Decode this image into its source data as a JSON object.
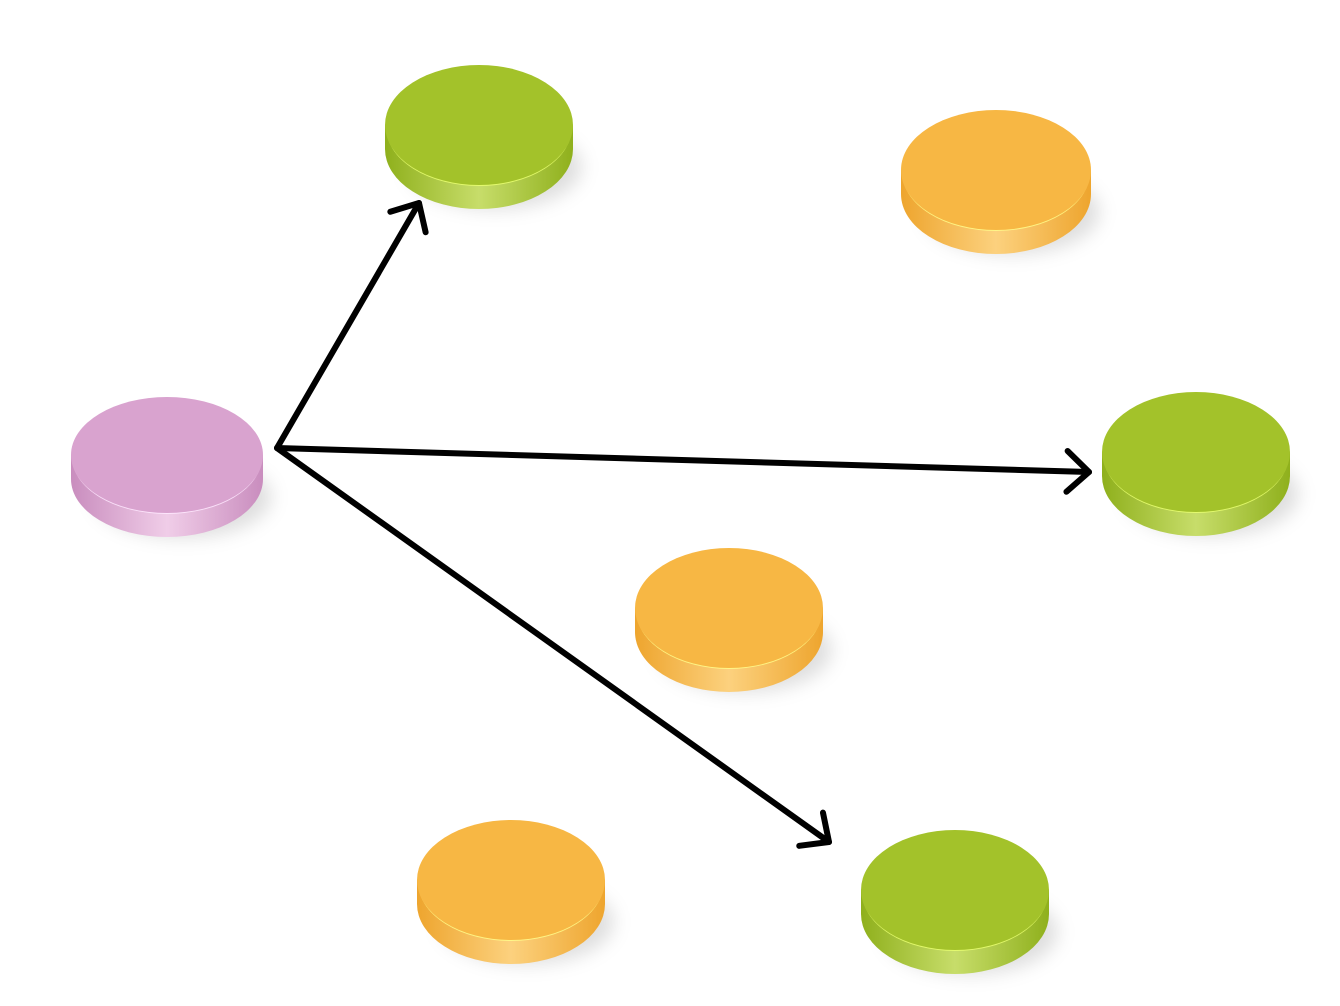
{
  "diagram": {
    "type": "node-graph",
    "colors": {
      "pink": "#D9A3CF",
      "green": "#A3C22A",
      "orange": "#F7B744",
      "arrow": "#000000",
      "background": "#FFFFFF"
    },
    "nodes": [
      {
        "id": "source",
        "color": "pink",
        "role": "source"
      },
      {
        "id": "green-top",
        "color": "green",
        "role": "target"
      },
      {
        "id": "orange-top-right",
        "color": "orange",
        "role": "unlinked"
      },
      {
        "id": "green-right",
        "color": "green",
        "role": "target"
      },
      {
        "id": "orange-center",
        "color": "orange",
        "role": "unlinked"
      },
      {
        "id": "orange-bottom-left",
        "color": "orange",
        "role": "unlinked"
      },
      {
        "id": "green-bottom",
        "color": "green",
        "role": "target"
      }
    ],
    "edges": [
      {
        "from": "source",
        "to": "green-top",
        "directed": true
      },
      {
        "from": "source",
        "to": "green-right",
        "directed": true
      },
      {
        "from": "source",
        "to": "green-bottom",
        "directed": true
      }
    ]
  }
}
